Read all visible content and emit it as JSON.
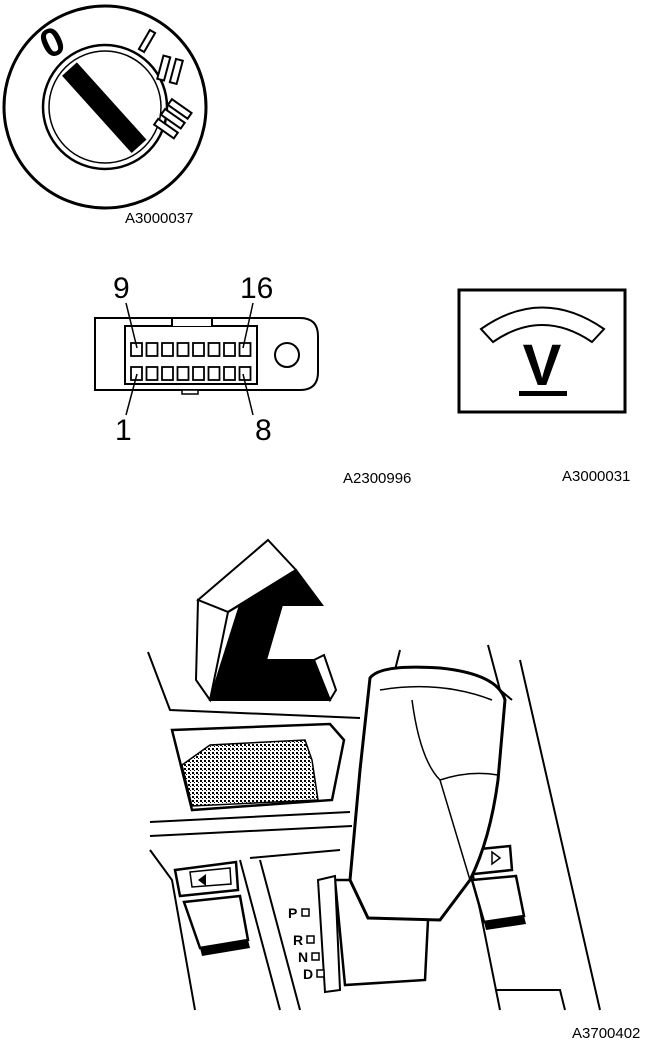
{
  "figures": {
    "ignition": {
      "code": "A3000037",
      "positions": [
        "0",
        "I",
        "II",
        "III"
      ]
    },
    "connector": {
      "code": "A2300996",
      "pins": {
        "top_left": "9",
        "top_right": "16",
        "bottom_left": "1",
        "bottom_right": "8"
      }
    },
    "voltmeter": {
      "code": "A3000031",
      "unit": "V"
    },
    "gear_selector": {
      "code": "A3700402",
      "gears": [
        "P",
        "R",
        "N",
        "D"
      ]
    }
  }
}
